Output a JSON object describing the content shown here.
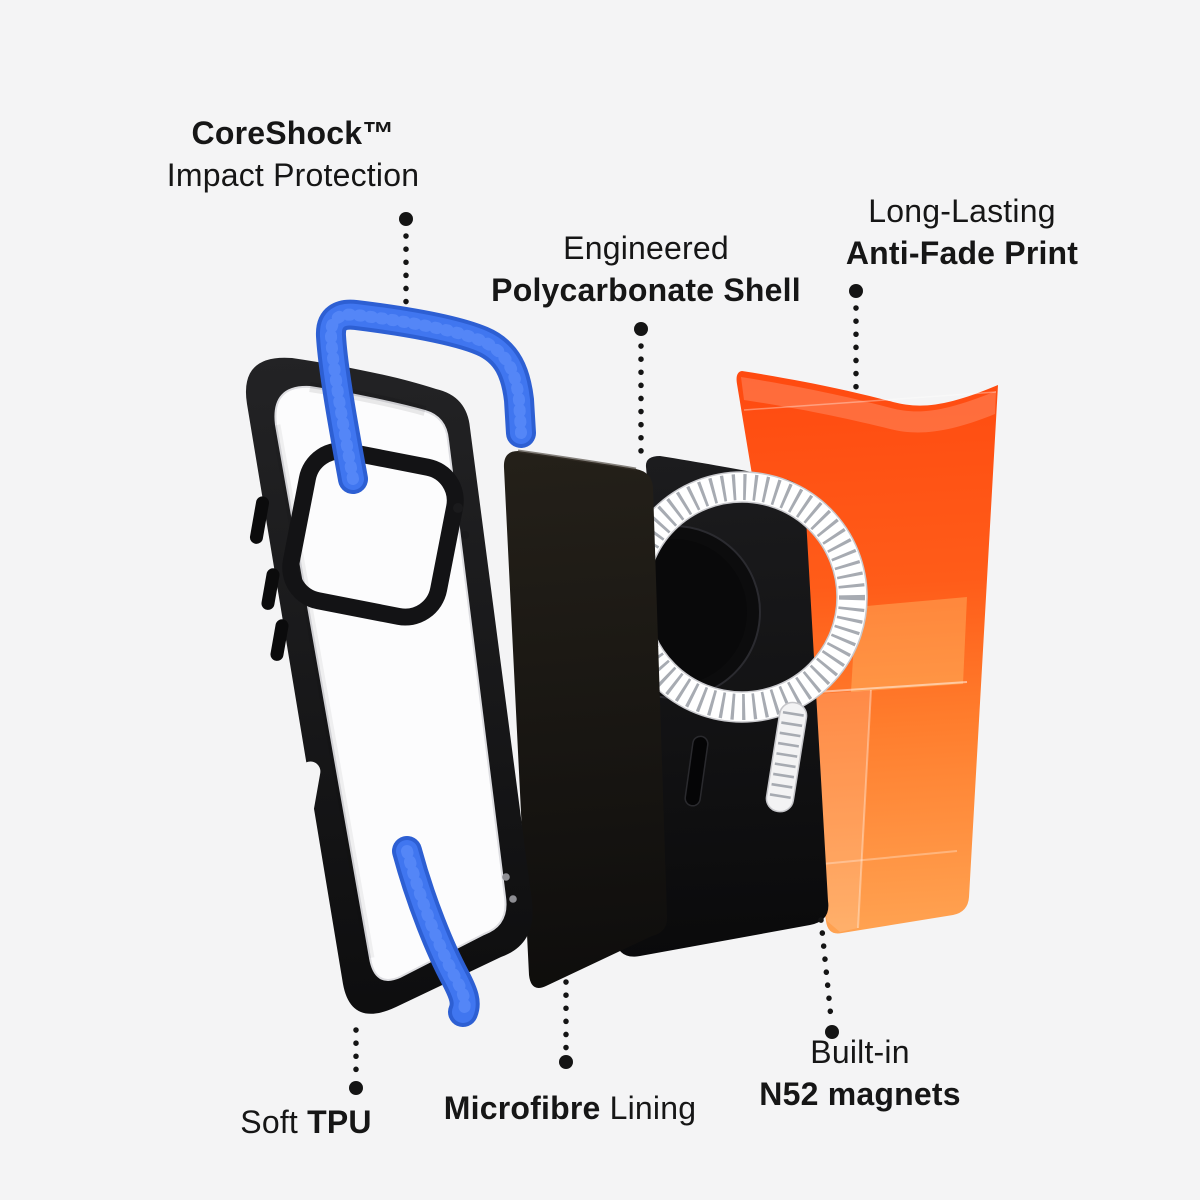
{
  "background": "#f4f4f5",
  "colors": {
    "text": "#161616",
    "tpu_blue": "#4076F0",
    "tpu_blue_dark": "#2D5FD3",
    "case_black": "#141414",
    "shell_black": "#101010",
    "lining_black": "#1A1714",
    "print_orange_top": "#FF4A10",
    "print_orange_bottom": "#FFA352",
    "magnet_silver": "#F3F3F4"
  },
  "callouts": {
    "coreshock": {
      "line1": "CoreShock™",
      "line2": "Impact Protection"
    },
    "shell": {
      "line1": "Engineered",
      "line2": "Polycarbonate Shell"
    },
    "antifade": {
      "line1": "Long-Lasting",
      "line2": "Anti-Fade Print"
    },
    "soft_tpu": {
      "regular": "Soft",
      "bold": "TPU"
    },
    "microfibre": {
      "bold": "Microfibre",
      "regular": "Lining"
    },
    "magnets": {
      "line1": "Built-in",
      "line2": "N52 magnets"
    }
  },
  "parts": {
    "bumper_case": "tpu-bumper-case",
    "tpu_corners": "coreshock-tpu-corners",
    "lining": "microfibre-lining-layer",
    "shell": "polycarbonate-shell",
    "magnet_ring": "magsafe-magnet-ring",
    "magnet_bar": "alignment-magnet-bar",
    "print_plate": "anti-fade-print-plate"
  }
}
